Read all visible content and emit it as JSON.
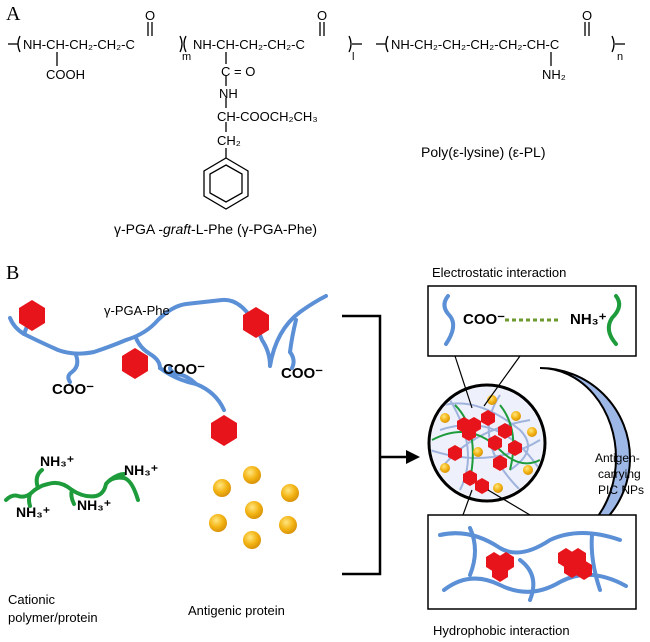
{
  "panel_a": {
    "label": "A",
    "pga_phe": {
      "backbone_m": "NH-CH-CH₂-CH₂-C",
      "backbone_l": "NH-CH-CH₂-CH₂-C",
      "carbonyl_o": "O",
      "subscript_m": "m",
      "subscript_l": "l",
      "cooh": "COOH",
      "amide": "C = O",
      "nh": "NH",
      "ester": "CH-COOCH₂CH₃",
      "ch2": "CH₂",
      "caption_prefix": "γ-PGA -",
      "caption_graft": "graft",
      "caption_suffix": "-L-Phe (γ-PGA-Phe)"
    },
    "epl": {
      "backbone": "NH-CH₂-CH₂-CH₂-CH₂-CH-C",
      "carbonyl_o": "O",
      "nh2": "NH₂",
      "subscript_n": "n",
      "caption": "Poly(ε-lysine) (ε-PL)"
    }
  },
  "panel_b": {
    "label": "B",
    "pga_label": "γ-PGA-Phe",
    "coo_labels": [
      "COO⁻",
      "COO⁻",
      "COO⁻"
    ],
    "nh3_labels": [
      "NH₃⁺",
      "NH₃⁺",
      "NH₃⁺",
      "NH₃⁺"
    ],
    "cationic_label_line1": "Cationic",
    "cationic_label_line2": "polymer/protein",
    "antigen_label": "Antigenic protein",
    "electrostatic_title": "Electrostatic interaction",
    "inset_coo": "COO⁻",
    "inset_nh3": "NH₃⁺",
    "nanoparticle_label_line1": "Antigen-",
    "nanoparticle_label_line2": "carrying",
    "nanoparticle_label_line3": "PIC NPs",
    "hydrophobic_title": "Hydrophobic interaction"
  },
  "colors": {
    "polymer_blue": "#5b8fd6",
    "hexagon_red": "#e8141b",
    "cation_green": "#1e9c3c",
    "antigen_gold": "#f3b312",
    "shell_blue": "#9db8e6",
    "dotted_green": "#6e9a2e"
  }
}
